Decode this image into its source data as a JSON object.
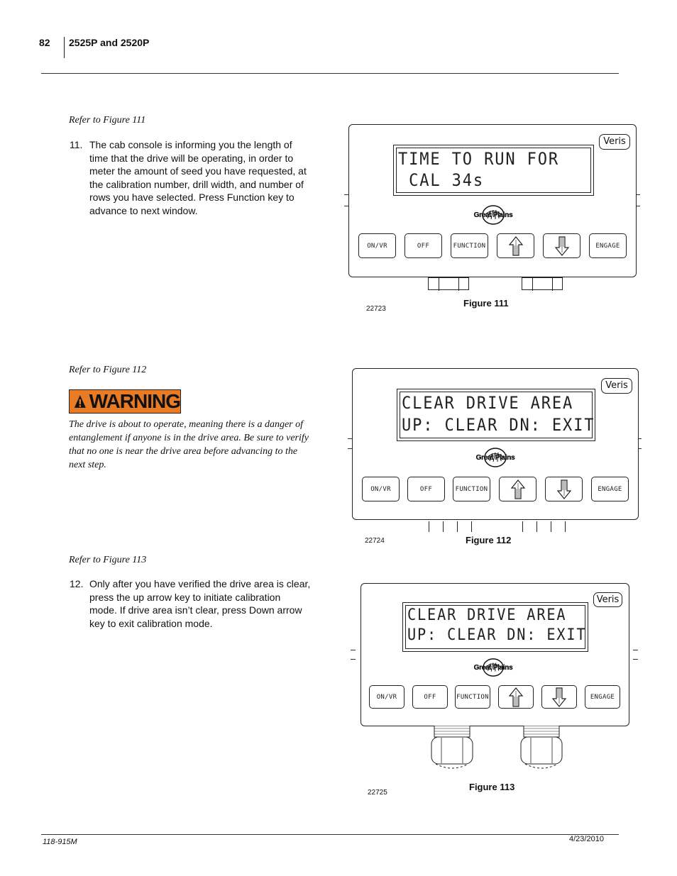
{
  "header": {
    "page_number": "82",
    "title": "2525P and 2520P"
  },
  "footer": {
    "doc_number": "118-915M",
    "date": "4/23/2010"
  },
  "sections": [
    {
      "refer": "Refer to Figure 111",
      "step_number": "11.",
      "step_text": "The cab console is informing you the length of time that the drive will be operating, in order to meter the amount of seed you have requested, at the calibration number, drill width, and number of rows you have selected. Press Function key to advance to next window."
    },
    {
      "refer": "Refer to Figure 112",
      "warning_label": "WARNING",
      "warning_text": "The drive is about to operate, meaning there is a danger of entanglement if anyone is in the drive area. Be sure to verify that no one is near the drive area before advancing to the next step."
    },
    {
      "refer": "Refer to Figure 113",
      "step_number": "12.",
      "step_text": "Only after you have verified the drive area is clear, press the up arrow key to initiate calibration mode. If drive area isn’t clear, press Down arrow key to exit calibration mode."
    }
  ],
  "figures": [
    {
      "caption": "Figure 111",
      "id": "22723",
      "lcd_line1": "TIME TO RUN FOR",
      "lcd_line2": " CAL 34s"
    },
    {
      "caption": "Figure 112",
      "id": "22724",
      "lcd_line1": "CLEAR DRIVE AREA",
      "lcd_line2": "UP: CLEAR DN: EXIT"
    },
    {
      "caption": "Figure 113",
      "id": "22725",
      "lcd_line1": "CLEAR DRIVE AREA",
      "lcd_line2": "UP: CLEAR DN: EXIT"
    }
  ],
  "console": {
    "brand": "Veris",
    "logo": "Great Plains",
    "keys": [
      "ON/VR",
      "OFF",
      "FUNCTION",
      "up-arrow",
      "down-arrow",
      "ENGAGE"
    ]
  }
}
